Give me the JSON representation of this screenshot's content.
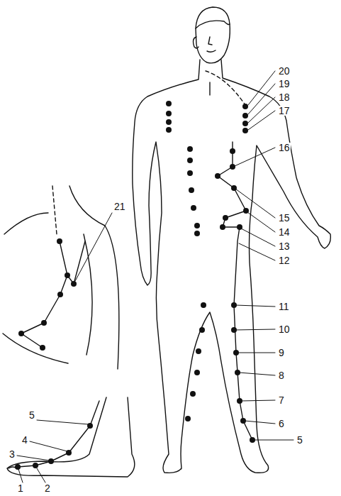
{
  "diagram": {
    "labels": [
      "20",
      "19",
      "18",
      "17",
      "21",
      "16",
      "15",
      "14",
      "13",
      "12",
      "11",
      "10",
      "9",
      "8",
      "7",
      "6",
      "5",
      "5",
      "4",
      "3",
      "2",
      "1"
    ]
  }
}
